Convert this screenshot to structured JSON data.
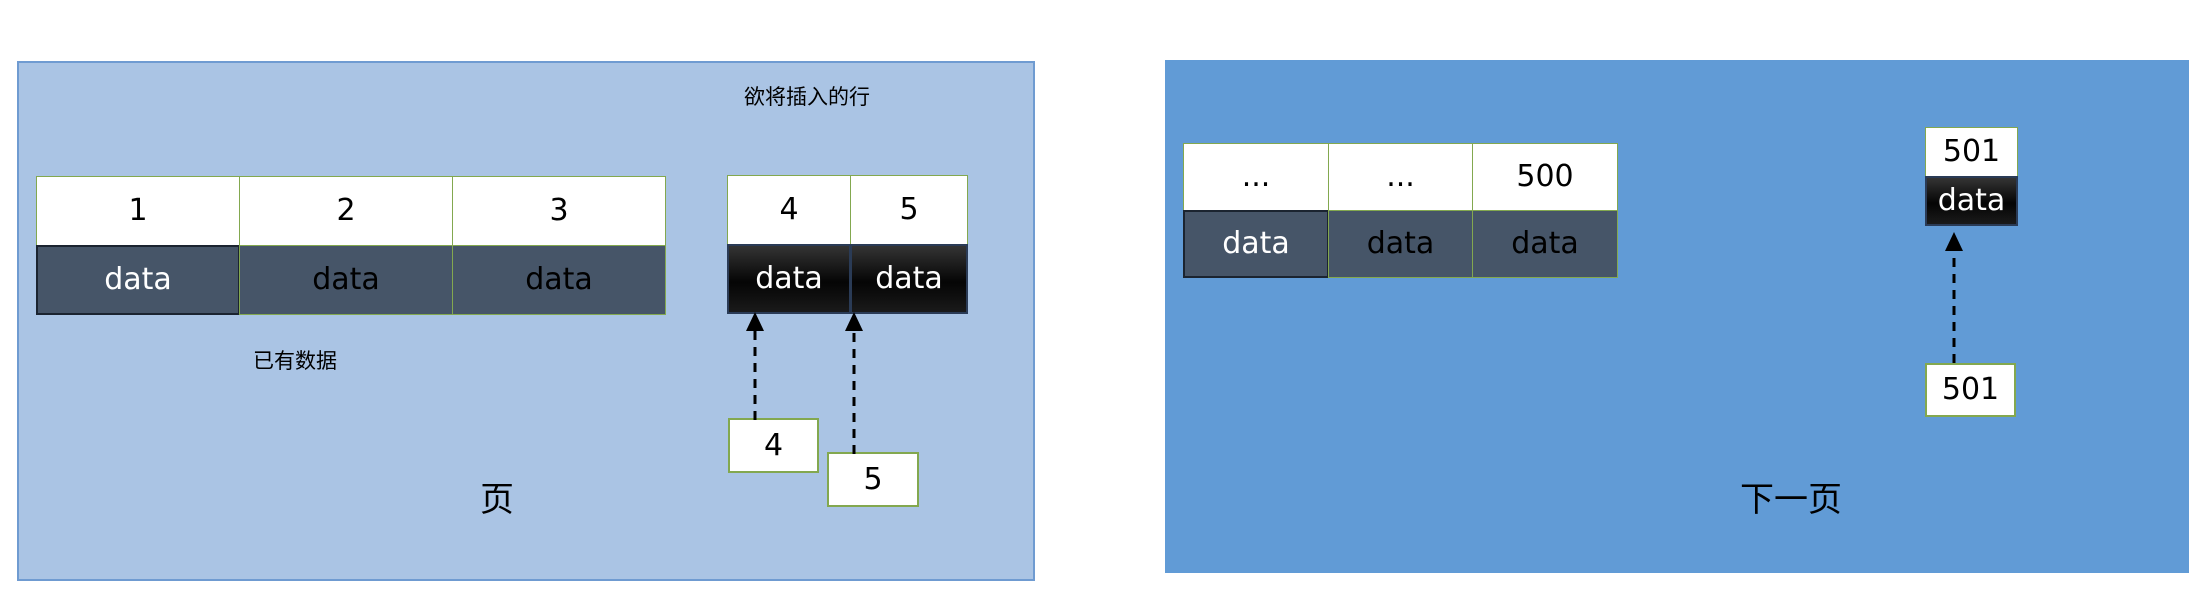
{
  "diagram": {
    "title_hint": "InnoDB page split on insert",
    "colors": {
      "panel_current_fill": "#aac4e4",
      "panel_current_border": "#6f9bd1",
      "panel_next_fill": "#619bd6",
      "cell_border_green": "#83a84f",
      "cell_data_fill": "#465568",
      "cell_data_dark_fill": "#050505",
      "arrow_stroke": "#000000"
    }
  },
  "current_page": {
    "caption": "页",
    "existing_label": "已有数据",
    "insert_label": "欲将插入的行",
    "table": {
      "key_row": [
        "1",
        "2",
        "3"
      ],
      "data_row": [
        "data",
        "data",
        "data"
      ]
    },
    "insert_table": {
      "key_row": [
        "4",
        "5"
      ],
      "data_row": [
        "data",
        "data"
      ]
    },
    "source_boxes": [
      {
        "label": "4"
      },
      {
        "label": "5"
      }
    ],
    "arrows": [
      {
        "from": "source-box-4",
        "to": "insert-cell-data-4"
      },
      {
        "from": "source-box-5",
        "to": "insert-cell-data-5"
      }
    ]
  },
  "next_page": {
    "caption": "下一页",
    "table": {
      "key_row": [
        "...",
        "...",
        "500"
      ],
      "data_row": [
        "data",
        "data",
        "data"
      ]
    },
    "insert_table": {
      "key_row": [
        "501"
      ],
      "data_row": [
        "data"
      ]
    },
    "source_boxes": [
      {
        "label": "501"
      }
    ],
    "arrows": [
      {
        "from": "source-box-501",
        "to": "insert-cell-data-501"
      }
    ]
  }
}
